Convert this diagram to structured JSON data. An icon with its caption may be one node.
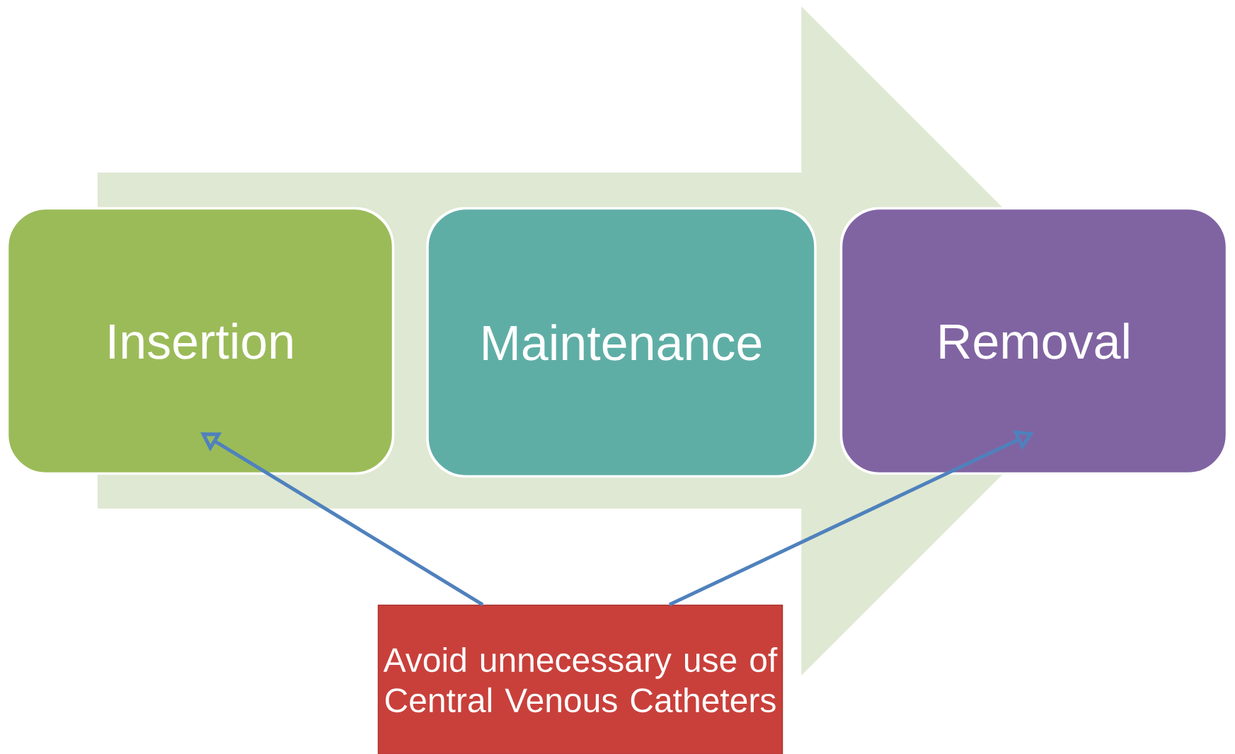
{
  "diagram": {
    "nodes": [
      {
        "text": [
          "Insertion"
        ]
      },
      {
        "text": [
          "Maintenance"
        ]
      },
      {
        "text": [
          "Removal"
        ]
      },
      {
        "text": [
          "Avoid unnecessary use of Central Venous Catheters"
        ]
      }
    ],
    "edges": [
      {
        "from": 3,
        "to": 0,
        "arrow": "to"
      },
      {
        "from": 3,
        "to": 2,
        "arrow": "to"
      },
      {
        "from": 0,
        "to": 2,
        "arrow": "to"
      }
    ]
  }
}
